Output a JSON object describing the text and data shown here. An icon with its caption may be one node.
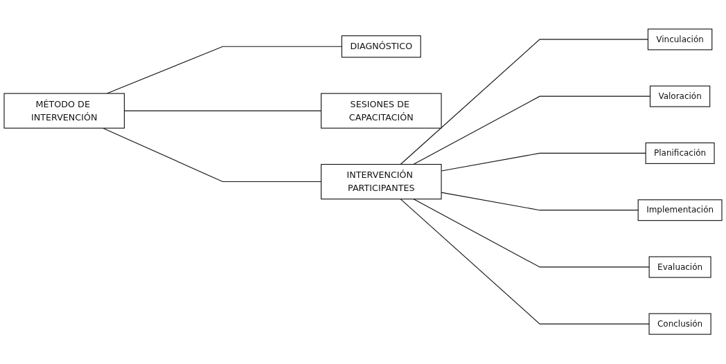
{
  "diagram": {
    "nodes": [
      {
        "text": [
          "MÉTODO DE INTERVENCIÓN"
        ]
      },
      {
        "text": [
          "DIAGNÓSTICO"
        ]
      },
      {
        "text": [
          "SESIONES DE CAPACITACIÓN"
        ]
      },
      {
        "text": [
          "INTERVENCIÓN PARTICIPANTES"
        ]
      },
      {
        "text": [
          "Vinculación"
        ]
      },
      {
        "text": [
          "Valoración"
        ]
      },
      {
        "text": [
          "Planificación"
        ]
      },
      {
        "text": [
          "Implementación"
        ]
      },
      {
        "text": [
          "Evaluación"
        ]
      },
      {
        "text": [
          "Conclusión"
        ]
      }
    ],
    "edges": [
      {
        "from": 0,
        "to": 1,
        "arrow": "none"
      },
      {
        "from": 0,
        "to": 2,
        "arrow": "none"
      },
      {
        "from": 0,
        "to": 3,
        "arrow": "none"
      },
      {
        "from": 3,
        "to": 4,
        "arrow": "none"
      },
      {
        "from": 3,
        "to": 5,
        "arrow": "none"
      },
      {
        "from": 3,
        "to": 6,
        "arrow": "none"
      },
      {
        "from": 3,
        "to": 7,
        "arrow": "none"
      },
      {
        "from": 3,
        "to": 8,
        "arrow": "none"
      },
      {
        "from": 3,
        "to": 9,
        "arrow": "none"
      }
    ]
  }
}
